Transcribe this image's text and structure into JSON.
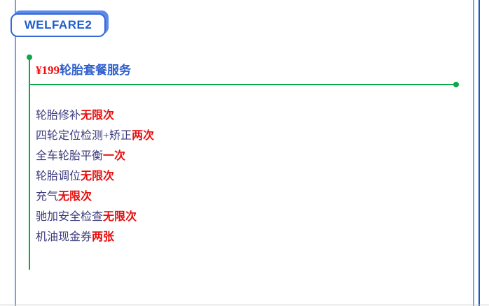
{
  "badge": {
    "label": "WELFARE2"
  },
  "package": {
    "price": "¥199",
    "name": "轮胎套餐服务"
  },
  "services": [
    {
      "name": "轮胎修补",
      "value": "无限次"
    },
    {
      "name": "四轮定位检测+矫正",
      "value": "两次"
    },
    {
      "name": "全车轮胎平衡",
      "value": "一次"
    },
    {
      "name": "轮胎调位",
      "value": "无限次"
    },
    {
      "name": "充气",
      "value": "无限次"
    },
    {
      "name": "驰加安全检查",
      "value": "无限次"
    },
    {
      "name": "机油现金券",
      "value": "两张"
    }
  ],
  "colors": {
    "accent_green": "#0aa94e",
    "frame_blue_light": "#7b9fe0",
    "frame_blue_dark": "#1d57b8",
    "badge_border": "#3468d8",
    "badge_shadow": "#5c8aec",
    "badge_text": "#1e5ecc",
    "price_red": "#f20d0d",
    "title_blue": "#3060cf",
    "item_text": "#3b3b7d",
    "item_value_red": "#e90d0d",
    "bottom_divider": "#cccccc"
  }
}
